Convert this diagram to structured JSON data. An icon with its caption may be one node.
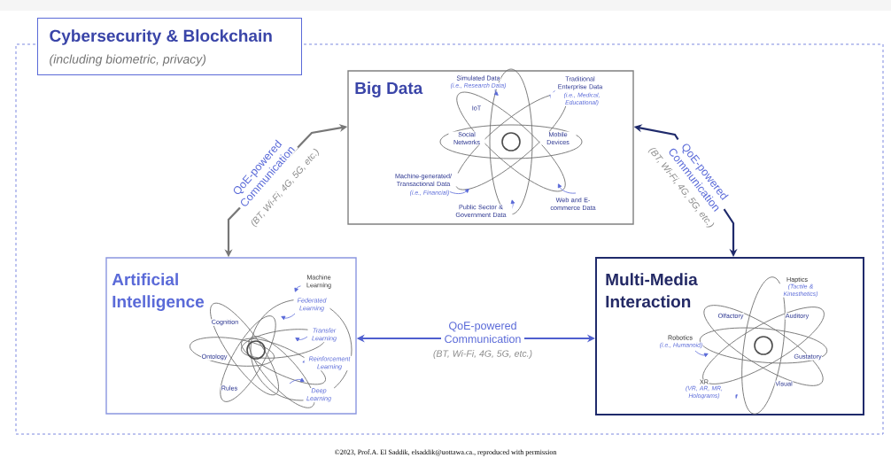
{
  "diagram": {
    "caption": "©2023, Prof.A. El Saddik, elsaddik@uottawa.ca., reproduced with permission",
    "nodes": [
      {
        "text": [
          "Cybersecurity & Blockchain",
          "(including biometric, privacy)"
        ]
      },
      {
        "text": [
          "Big Data"
        ],
        "in": 0
      },
      {
        "text": [
          "Artificial Intelligence"
        ],
        "in": 0
      },
      {
        "text": [
          "Multi-Media Interaction"
        ],
        "in": 0
      }
    ],
    "edges": [
      {
        "from": 2,
        "to": 1,
        "arrow": "both",
        "label": "QoE-powered Communication",
        "color": "#777777"
      },
      {
        "from": 1,
        "to": 3,
        "arrow": "both",
        "label": "QoE-powered Communication",
        "color": "#1f2a6b"
      },
      {
        "from": 2,
        "to": 3,
        "arrow": "both",
        "label": "QoE-powered Communication",
        "color": "#4f5fcf"
      }
    ],
    "labels": [
      "(BT, Wi-Fi, 4G, 5G, etc.)",
      "(BT, Wi-Fi, 4G, 5G, etc.)",
      "(BT, Wi-Fi, 4G, 5G, etc.)",
      "Simulated Data",
      "(i.e., Research Data)",
      "Traditional Enterprise Data",
      "(i.e., Medical, Educational)",
      "IoT",
      "Social Networks",
      "Mobile Devices",
      "Machine-generated/ Transactional Data",
      "(i.e., Financial)",
      "Public Sector & Government Data",
      "Web and E-commerce Data",
      "Machine Learning",
      "Federated Learning",
      "Cognition",
      "Transfer Learning",
      "Ontology",
      "Reinforcement Learning",
      "Rules",
      "Deep Learning",
      "Haptics",
      "(Tactile & Kinesthetics)",
      "Olfactory",
      "Auditory",
      "Robotics",
      "(i.e., Humanoid)",
      "Gustatory",
      "XR",
      "(VR, AR, MR, Holograms)",
      "Visual"
    ]
  }
}
